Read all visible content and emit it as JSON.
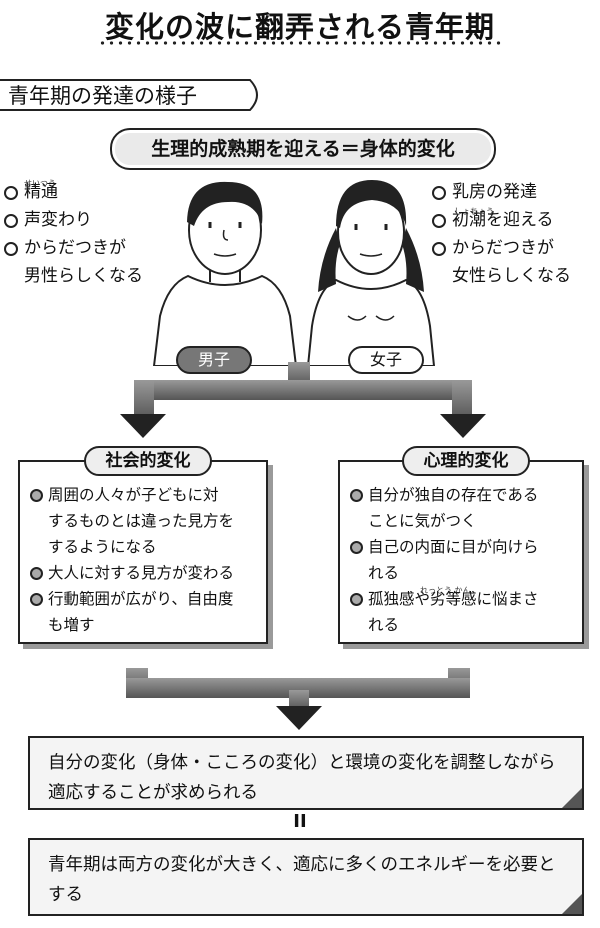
{
  "title": "変化の波に翻弄される青年期",
  "section_label": "青年期の発達の様子",
  "top_box": "生理的成熟期を迎える＝身体的変化",
  "male": {
    "tag": "男子",
    "items": [
      {
        "text": "精通",
        "ruby": "せいつう"
      },
      {
        "text": "声変わり"
      },
      {
        "text": "からだつきが",
        "cont": "男性らしくなる"
      }
    ]
  },
  "female": {
    "tag": "女子",
    "items": [
      {
        "text": "乳房の発達"
      },
      {
        "text": "初潮を迎える",
        "ruby": "しょちょう"
      },
      {
        "text": "からだつきが",
        "cont": "女性らしくなる"
      }
    ]
  },
  "social": {
    "title": "社会的変化",
    "items": [
      {
        "text": "周囲の人々が子どもに対",
        "cont": [
          "するものとは違った見方を",
          "するようになる"
        ]
      },
      {
        "text": "大人に対する見方が変わる"
      },
      {
        "text": "行動範囲が広がり、自由度",
        "cont": [
          "も増す"
        ]
      }
    ]
  },
  "psych": {
    "title": "心理的変化",
    "items": [
      {
        "text": "自分が独自の存在である",
        "cont": [
          "ことに気がつく"
        ]
      },
      {
        "text": "自己の内面に目が向けら",
        "cont": [
          "れる"
        ]
      },
      {
        "text": "孤独感や劣等感に悩まさ",
        "cont": [
          "れる"
        ],
        "ruby": "れっとう かん"
      }
    ]
  },
  "result1": "自分の変化（身体・こころの変化）と環境の変化を調整しながら適応することが求められる",
  "equals": "II",
  "result2": "青年期は両方の変化が大きく、適応に多くのエネルギーを必要とする"
}
